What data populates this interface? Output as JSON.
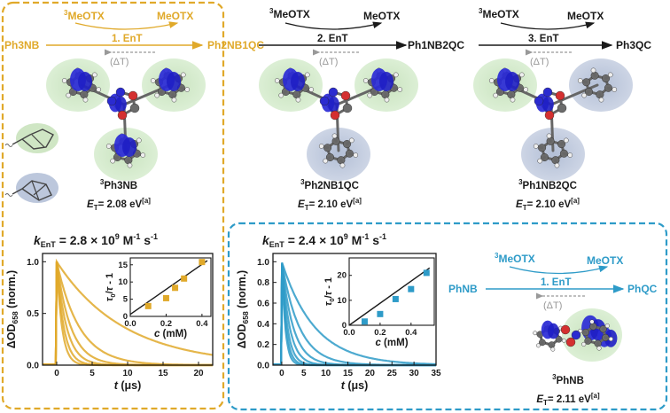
{
  "colors": {
    "gold": "#E0A92A",
    "blue": "#2E9BC8",
    "dark": "#1a1a1a",
    "green_halo": "#CFE6C4",
    "blue_halo": "#BCC7DC",
    "orbital": "#2525d8"
  },
  "top_scheme": {
    "species": [
      "Ph3NB",
      "Ph2NB1QC",
      "Ph1NB2QC",
      "Ph3QC"
    ],
    "reactant_sup": "3",
    "reactant": "MeOTX",
    "product": "MeOTX",
    "steps": [
      "1. EnT",
      "2. EnT",
      "3. EnT"
    ],
    "reverse": "(ΔT)",
    "molecules": [
      {
        "sup": "3",
        "name": "Ph3NB",
        "et_label": "E",
        "et_sub": "T",
        "et_value": "= 2.08 eV",
        "et_note": "[a]"
      },
      {
        "sup": "3",
        "name": "Ph2NB1QC",
        "et_label": "E",
        "et_sub": "T",
        "et_value": "= 2.10 eV",
        "et_note": "[a]"
      },
      {
        "sup": "3",
        "name": "Ph1NB2QC",
        "et_label": "E",
        "et_sub": "T",
        "et_value": "= 2.10 eV",
        "et_note": "[a]"
      }
    ]
  },
  "bottom_scheme": {
    "start": "PhNB",
    "end": "PhQC",
    "step": "1. EnT",
    "reverse": "(ΔT)",
    "reactant_sup": "3",
    "reactant": "MeOTX",
    "product": "MeOTX",
    "molecule": {
      "sup": "3",
      "name": "PhNB",
      "et_label": "E",
      "et_sub": "T",
      "et_value": "= 2.11 eV",
      "et_note": "[a]"
    }
  },
  "chart_data": [
    {
      "type": "line",
      "panel": "left",
      "title": {
        "k": "k",
        "k_sub": "EnT",
        "value": "= 2.8 × 10",
        "exp": "9",
        "units": "M",
        "units_exp": "-1",
        "units2": "s",
        "units2_exp": "-1"
      },
      "xlabel": "t (μs)",
      "ylabel": "ΔOD658 (norm.)",
      "xlim": [
        -2,
        22
      ],
      "ylim": [
        0,
        1.08
      ],
      "xticks": [
        "0",
        "5",
        "10",
        "15",
        "20"
      ],
      "xtick_values": [
        0,
        5,
        10,
        15,
        20
      ],
      "yticks": [
        "0.0",
        "0.5",
        "1.0"
      ],
      "ytick_values": [
        0.0,
        0.5,
        1.0
      ],
      "series_taus": [
        9.5,
        3.2,
        2.0,
        1.4,
        1.0,
        0.75
      ],
      "inset": {
        "type": "scatter",
        "xlabel": "c (mM)",
        "ylabel": "τ0/τ - 1",
        "xlim": [
          0,
          0.45
        ],
        "ylim": [
          0,
          17
        ],
        "xticks": [
          "0.0",
          "0.2",
          "0.4"
        ],
        "xtick_values": [
          0.0,
          0.2,
          0.4
        ],
        "yticks": [
          "0",
          "5",
          "10",
          "15"
        ],
        "ytick_values": [
          0,
          5,
          10,
          15
        ],
        "points": [
          [
            0.1,
            3.0
          ],
          [
            0.2,
            5.3
          ],
          [
            0.25,
            8.3
          ],
          [
            0.3,
            11.0
          ],
          [
            0.4,
            15.8
          ]
        ],
        "fit": [
          [
            0.0,
            0.6
          ],
          [
            0.43,
            16.2
          ]
        ]
      }
    },
    {
      "type": "line",
      "panel": "right",
      "title": {
        "k": "k",
        "k_sub": "EnT",
        "value": "= 2.4 × 10",
        "exp": "9",
        "units": "M",
        "units_exp": "-1",
        "units2": "s",
        "units2_exp": "-1"
      },
      "xlabel": "t (μs)",
      "ylabel": "ΔOD658 (norm.)",
      "xlim": [
        -2,
        35
      ],
      "ylim": [
        0,
        1.08
      ],
      "xticks": [
        "0",
        "5",
        "10",
        "15",
        "20",
        "25",
        "30",
        "35"
      ],
      "xtick_values": [
        0,
        5,
        10,
        15,
        20,
        25,
        30,
        35
      ],
      "yticks": [
        "0.0",
        "0.2",
        "0.4",
        "0.6",
        "0.8",
        "1.0"
      ],
      "ytick_values": [
        0.0,
        0.2,
        0.4,
        0.6,
        0.8,
        1.0
      ],
      "series_taus": [
        7.5,
        4.0,
        2.6,
        1.8,
        1.3,
        1.0,
        0.8
      ],
      "inset": {
        "type": "scatter",
        "xlabel": "c (mM)",
        "ylabel": "τ0/τ - 1",
        "xlim": [
          0,
          0.55
        ],
        "ylim": [
          0,
          27
        ],
        "xticks": [
          "0.0",
          "0.2",
          "0.4"
        ],
        "xtick_values": [
          0.0,
          0.2,
          0.4
        ],
        "yticks": [
          "0",
          "10",
          "20"
        ],
        "ytick_values": [
          0,
          10,
          20
        ],
        "points": [
          [
            0.1,
            1.5
          ],
          [
            0.2,
            4.5
          ],
          [
            0.3,
            10.5
          ],
          [
            0.4,
            14.5
          ],
          [
            0.5,
            21.0
          ]
        ],
        "fit": [
          [
            0.0,
            0.0
          ],
          [
            0.52,
            23.0
          ]
        ]
      }
    }
  ]
}
